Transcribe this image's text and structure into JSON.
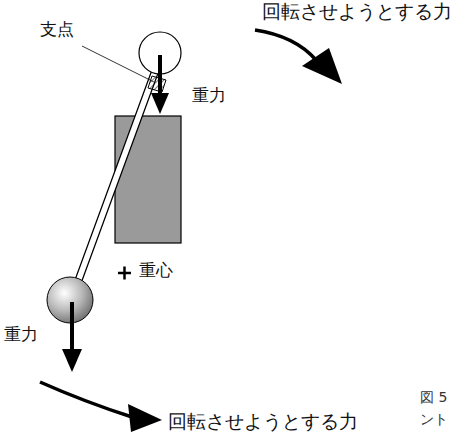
{
  "diagram": {
    "labels": [
      "回転させようとする力",
      "支点",
      "重力",
      "重心",
      "重力",
      "回転させようとする力",
      "図 5",
      "ント"
    ]
  }
}
